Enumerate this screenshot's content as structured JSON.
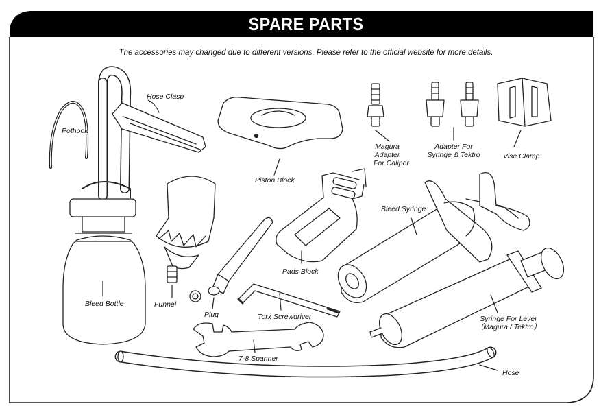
{
  "header": {
    "title": "SPARE PARTS",
    "subtitle": "The accessories may changed due to different versions. Please refer to the official website for more details."
  },
  "parts": {
    "pothook": "Pothook",
    "hose_clasp": "Hose Clasp",
    "piston_block": "Piston Block",
    "magura_adapter": [
      "Magura",
      "Adapter",
      "For Caliper"
    ],
    "syringe_adapter": [
      "Adapter For",
      "Syringe & Tektro"
    ],
    "vise_clamp": "Vise Clamp",
    "bleed_syringe": "Bleed Syringe",
    "bleed_bottle": "Bleed Bottle",
    "funnel": "Funnel",
    "plug": "Plug",
    "pads_block": "Pads Block",
    "torx_screwdriver": "Torx Screwdriver",
    "syringe_for_lever": [
      "Syringe For Lever",
      "（Magura / Tektro）"
    ],
    "spanner": "7-8 Spanner",
    "hose": "Hose"
  },
  "colors": {
    "banner": "#000000",
    "frame": "#1a1a1a",
    "line": "#222222"
  }
}
